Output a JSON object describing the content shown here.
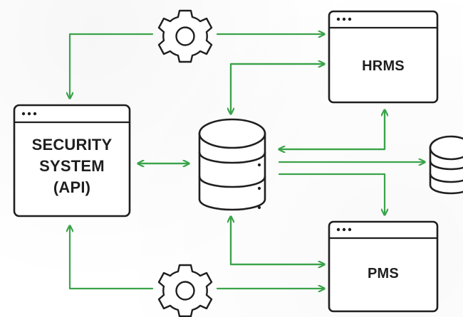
{
  "colors": {
    "accent_green": "#3aa34a",
    "outline_dark": "#1f1f1f",
    "background": "#ffffff"
  },
  "nodes": {
    "security_system": {
      "line1": "SECURITY",
      "line2": "SYSTEM",
      "line3": "(API)"
    },
    "hrms": {
      "label": "HRMS"
    },
    "pms": {
      "label": "PMS"
    }
  },
  "icons": {
    "top_gear": "gear-icon",
    "bottom_gear": "gear-icon",
    "central_db": "database-icon",
    "external_db": "database-icon"
  }
}
